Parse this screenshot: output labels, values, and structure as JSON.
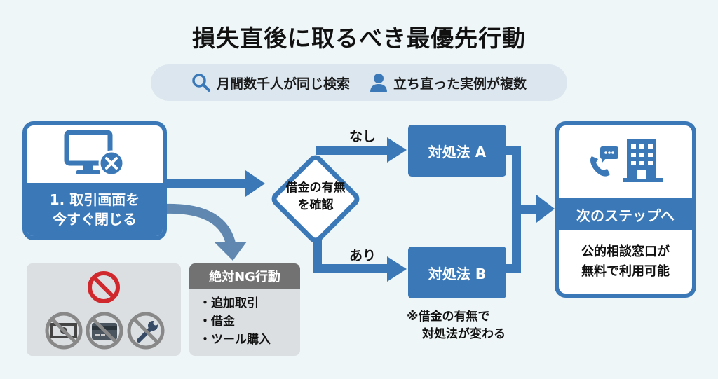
{
  "title": "損失直後に取るべき最優先行動",
  "badges": [
    {
      "icon": "search-icon",
      "text": "月間数千人が同じ検索"
    },
    {
      "icon": "person-icon",
      "text": "立ち直った実例が複数"
    }
  ],
  "step1": {
    "icon": "monitor-close-icon",
    "line1": "1. 取引画面を",
    "line2": "今すぐ閉じる"
  },
  "decision": {
    "line1": "借金の有無",
    "line2": "を確認",
    "branch_no": "なし",
    "branch_yes": "あり"
  },
  "actions": {
    "a": "対処法 A",
    "b": "対処法 B"
  },
  "note": {
    "line1": "※借金の有無で",
    "line2": "対処法が変わる"
  },
  "next_step": {
    "icons": [
      "phone-chat-icon",
      "building-icon"
    ],
    "band": "次のステップへ",
    "line1": "公的相談窓口が",
    "line2": "無料で利用可能"
  },
  "ng": {
    "icons": [
      "prohibited-icon",
      "no-cash-icon",
      "no-credit-card-icon",
      "no-tools-icon"
    ],
    "heading": "絶対NG行動",
    "items": [
      "追加取引",
      "借金",
      "ツール購入"
    ]
  },
  "colors": {
    "primary": "#3a78b8",
    "background": "#eff6f8",
    "ng_gray": "#727272",
    "prohibit_red": "#d0282d",
    "curved_arrow": "#5f87b0"
  }
}
